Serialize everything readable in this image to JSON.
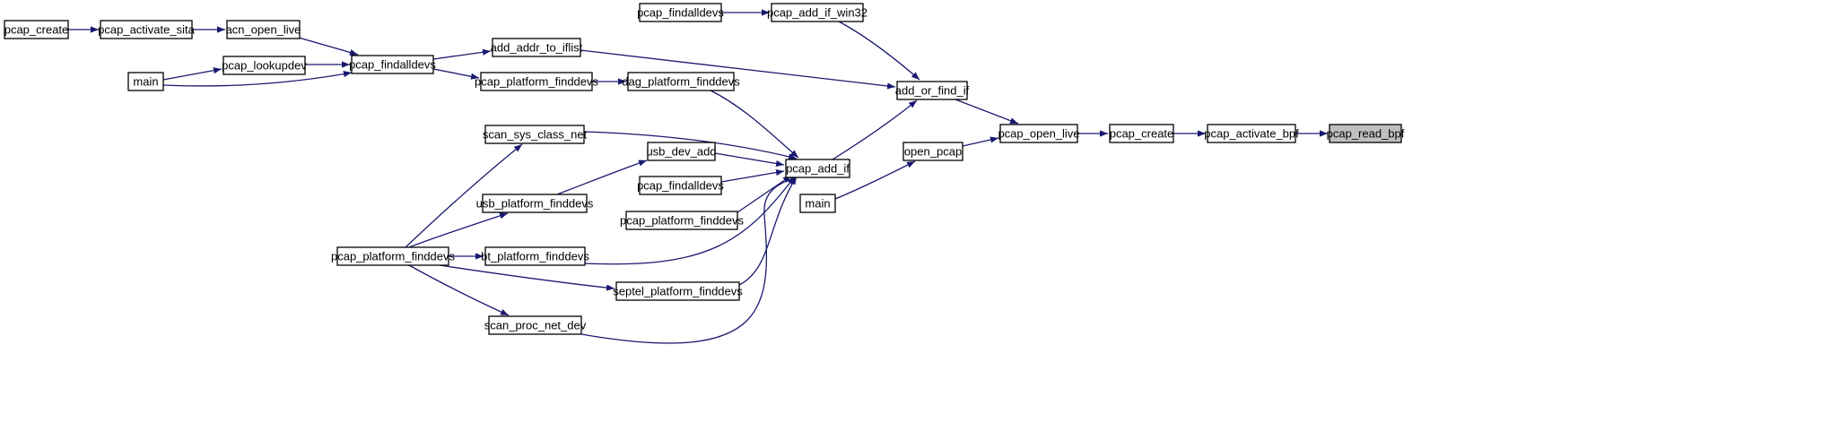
{
  "diagram": {
    "nodes": [
      {
        "id": "pcap_create_left",
        "label": "pcap_create"
      },
      {
        "id": "pcap_activate_sita",
        "label": "pcap_activate_sita"
      },
      {
        "id": "acn_open_live",
        "label": "acn_open_live"
      },
      {
        "id": "main_left",
        "label": "main"
      },
      {
        "id": "pcap_lookupdev",
        "label": "pcap_lookupdev"
      },
      {
        "id": "pcap_findalldevs_main",
        "label": "pcap_findalldevs"
      },
      {
        "id": "add_addr_to_iflist",
        "label": "add_addr_to_iflist"
      },
      {
        "id": "pcap_platform_finddevs_top",
        "label": "pcap_platform_finddevs"
      },
      {
        "id": "dag_platform_finddevs",
        "label": "dag_platform_finddevs"
      },
      {
        "id": "pcap_findalldevs_top",
        "label": "pcap_findalldevs"
      },
      {
        "id": "pcap_add_if_win32",
        "label": "pcap_add_if_win32"
      },
      {
        "id": "add_or_find_if",
        "label": "add_or_find_if"
      },
      {
        "id": "scan_sys_class_net",
        "label": "scan_sys_class_net"
      },
      {
        "id": "usb_dev_add",
        "label": "usb_dev_add"
      },
      {
        "id": "pcap_add_if",
        "label": "pcap_add_if"
      },
      {
        "id": "pcap_findalldevs_mid",
        "label": "pcap_findalldevs"
      },
      {
        "id": "pcap_platform_finddevs_mid",
        "label": "pcap_platform_finddevs"
      },
      {
        "id": "usb_platform_finddevs",
        "label": "usb_platform_finddevs"
      },
      {
        "id": "pcap_platform_finddevs_left",
        "label": "pcap_platform_finddevs"
      },
      {
        "id": "bt_platform_finddevs",
        "label": "bt_platform_finddevs"
      },
      {
        "id": "septel_platform_finddevs",
        "label": "septel_platform_finddevs"
      },
      {
        "id": "scan_proc_net_dev",
        "label": "scan_proc_net_dev"
      },
      {
        "id": "open_pcap",
        "label": "open_pcap"
      },
      {
        "id": "main_right",
        "label": "main"
      },
      {
        "id": "pcap_open_live",
        "label": "pcap_open_live"
      },
      {
        "id": "pcap_create_right",
        "label": "pcap_create"
      },
      {
        "id": "pcap_activate_bpf",
        "label": "pcap_activate_bpf"
      },
      {
        "id": "pcap_read_bpf",
        "label": "pcap_read_bpf",
        "highlight": true
      }
    ],
    "edges": [
      {
        "from": "pcap_create_left",
        "to": "pcap_activate_sita"
      },
      {
        "from": "pcap_activate_sita",
        "to": "acn_open_live"
      },
      {
        "from": "acn_open_live",
        "to": "pcap_findalldevs_main"
      },
      {
        "from": "main_left",
        "to": "pcap_lookupdev"
      },
      {
        "from": "main_left",
        "to": "pcap_findalldevs_main"
      },
      {
        "from": "pcap_lookupdev",
        "to": "pcap_findalldevs_main"
      },
      {
        "from": "pcap_findalldevs_main",
        "to": "add_addr_to_iflist"
      },
      {
        "from": "pcap_findalldevs_main",
        "to": "pcap_platform_finddevs_top"
      },
      {
        "from": "pcap_platform_finddevs_top",
        "to": "dag_platform_finddevs"
      },
      {
        "from": "pcap_findalldevs_top",
        "to": "pcap_add_if_win32"
      },
      {
        "from": "add_addr_to_iflist",
        "to": "add_or_find_if"
      },
      {
        "from": "pcap_add_if_win32",
        "to": "add_or_find_if"
      },
      {
        "from": "dag_platform_finddevs",
        "to": "pcap_add_if"
      },
      {
        "from": "scan_sys_class_net",
        "to": "pcap_add_if"
      },
      {
        "from": "usb_dev_add",
        "to": "pcap_add_if"
      },
      {
        "from": "pcap_findalldevs_mid",
        "to": "pcap_add_if"
      },
      {
        "from": "pcap_platform_finddevs_mid",
        "to": "pcap_add_if"
      },
      {
        "from": "bt_platform_finddevs",
        "to": "pcap_add_if"
      },
      {
        "from": "septel_platform_finddevs",
        "to": "pcap_add_if"
      },
      {
        "from": "scan_proc_net_dev",
        "to": "pcap_add_if"
      },
      {
        "from": "usb_platform_finddevs",
        "to": "usb_dev_add"
      },
      {
        "from": "pcap_platform_finddevs_left",
        "to": "scan_sys_class_net"
      },
      {
        "from": "pcap_platform_finddevs_left",
        "to": "usb_platform_finddevs"
      },
      {
        "from": "pcap_platform_finddevs_left",
        "to": "bt_platform_finddevs"
      },
      {
        "from": "pcap_platform_finddevs_left",
        "to": "septel_platform_finddevs"
      },
      {
        "from": "pcap_platform_finddevs_left",
        "to": "scan_proc_net_dev"
      },
      {
        "from": "pcap_add_if",
        "to": "add_or_find_if"
      },
      {
        "from": "add_or_find_if",
        "to": "pcap_open_live"
      },
      {
        "from": "main_right",
        "to": "open_pcap"
      },
      {
        "from": "open_pcap",
        "to": "pcap_open_live"
      },
      {
        "from": "pcap_open_live",
        "to": "pcap_create_right"
      },
      {
        "from": "pcap_create_right",
        "to": "pcap_activate_bpf"
      },
      {
        "from": "pcap_activate_bpf",
        "to": "pcap_read_bpf"
      }
    ],
    "colors": {
      "edge": "#191970",
      "node_border": "#000000",
      "node_fill": "#ffffff",
      "highlight_fill": "#bfbfbf"
    }
  }
}
